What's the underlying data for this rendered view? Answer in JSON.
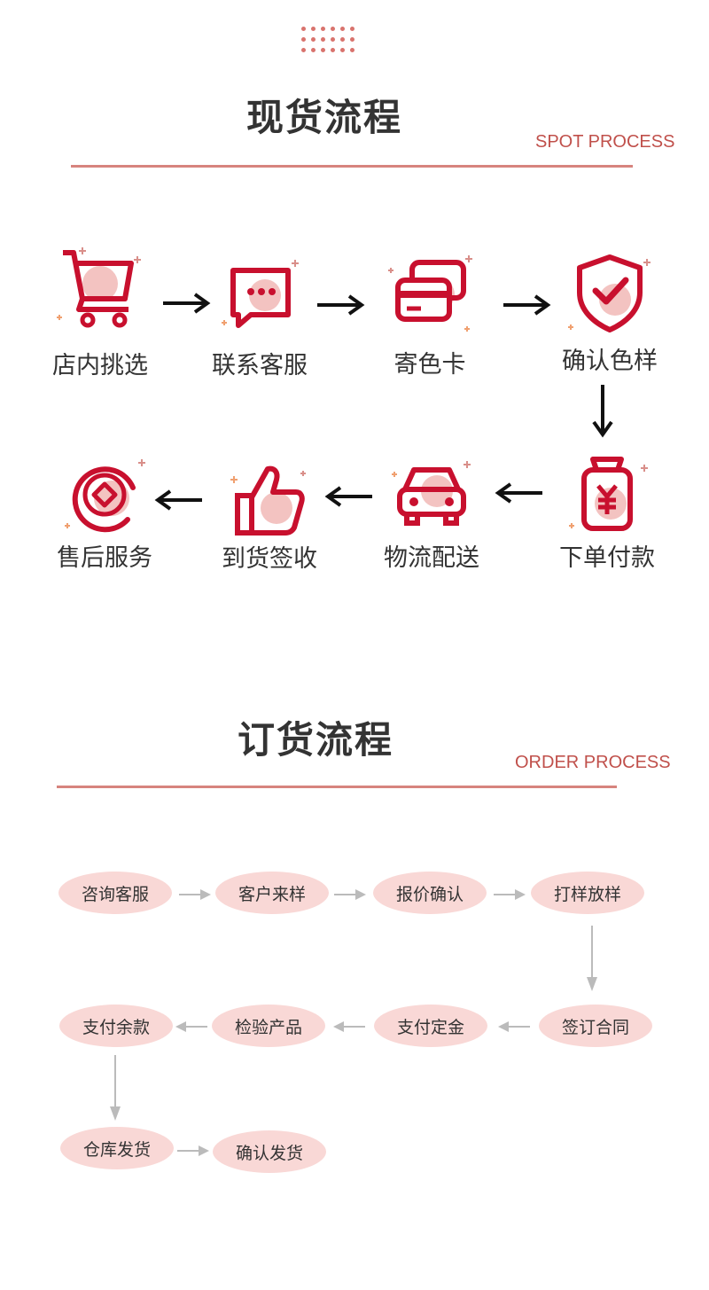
{
  "spot": {
    "title": "现货流程",
    "subtitle": "SPOT PROCESS",
    "steps": [
      {
        "label": "店内挑选",
        "icon": "shopping-cart-icon"
      },
      {
        "label": "联系客服",
        "icon": "chat-bubble-icon"
      },
      {
        "label": "寄色卡",
        "icon": "color-card-icon"
      },
      {
        "label": "确认色样",
        "icon": "shield-check-icon"
      },
      {
        "label": "下单付款",
        "icon": "payment-bag-icon"
      },
      {
        "label": "物流配送",
        "icon": "delivery-car-icon"
      },
      {
        "label": "到货签收",
        "icon": "thumbs-up-icon"
      },
      {
        "label": "售后服务",
        "icon": "after-sales-icon"
      }
    ]
  },
  "order": {
    "title": "订货流程",
    "subtitle": "ORDER PROCESS",
    "steps": [
      {
        "label": "咨询客服"
      },
      {
        "label": "客户来样"
      },
      {
        "label": "报价确认"
      },
      {
        "label": "打样放样"
      },
      {
        "label": "签订合同"
      },
      {
        "label": "支付定金"
      },
      {
        "label": "检验产品"
      },
      {
        "label": "支付余款"
      },
      {
        "label": "仓库发货"
      },
      {
        "label": "确认发货"
      }
    ]
  },
  "colors": {
    "accent": "#c8102e",
    "soft": "#f3c3c1",
    "line": "#d7847e",
    "arrow_gray": "#bbbbbb"
  }
}
